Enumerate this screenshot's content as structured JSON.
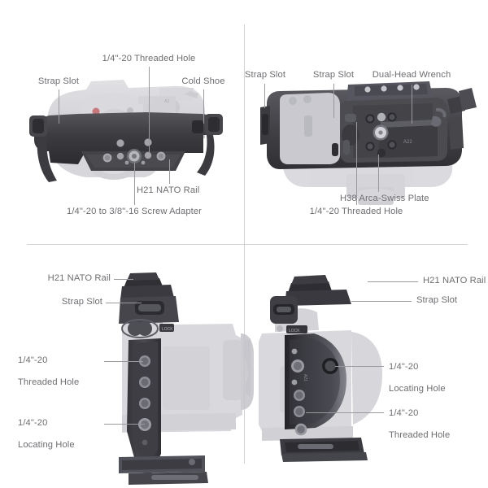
{
  "diagram": {
    "type": "product-annotation-diagram",
    "background_color": "#ffffff",
    "label_color": "#6e6e72",
    "leader_color": "#9a9a9e",
    "divider_color": "#d2d2d4",
    "cage_color": "#3a3a3d",
    "camera_ghost_color": "#cfcfd2",
    "panels": [
      {
        "id": "top-left",
        "view": "bottom-view",
        "labels": [
          {
            "id": "strap-slot",
            "text": "Strap Slot"
          },
          {
            "id": "threaded-hole",
            "text": "1/4\"-20 Threaded Hole"
          },
          {
            "id": "cold-shoe",
            "text": "Cold Shoe"
          },
          {
            "id": "nato-rail",
            "text": "H21 NATO Rail"
          },
          {
            "id": "screw-adapter",
            "text": "1/4\"-20 to 3/8\"-16 Screw Adapter"
          }
        ]
      },
      {
        "id": "top-right",
        "view": "top-view",
        "labels": [
          {
            "id": "strap-slot-left",
            "text": "Strap Slot"
          },
          {
            "id": "strap-slot-right",
            "text": "Strap Slot"
          },
          {
            "id": "dual-head-wrench",
            "text": "Dual-Head Wrench"
          },
          {
            "id": "arca-swiss-plate",
            "text": "H38 Arca-Swiss Plate"
          },
          {
            "id": "threaded-hole",
            "text": "1/4\"-20 Threaded Hole"
          }
        ]
      },
      {
        "id": "bottom-left",
        "view": "left-side-view",
        "labels": [
          {
            "id": "nato-rail",
            "text": "H21 NATO Rail"
          },
          {
            "id": "strap-slot",
            "text": "Strap Slot"
          },
          {
            "id": "threaded-hole",
            "line1": "1/4\"-20",
            "line2": "Threaded Hole"
          },
          {
            "id": "locating-hole",
            "line1": "1/4\"-20",
            "line2": "Locating Hole"
          }
        ]
      },
      {
        "id": "bottom-right",
        "view": "right-side-view",
        "labels": [
          {
            "id": "nato-rail",
            "text": "H21 NATO Rail"
          },
          {
            "id": "strap-slot",
            "text": "Strap Slot"
          },
          {
            "id": "locating-hole",
            "line1": "1/4\"-20",
            "line2": "Locating Hole"
          },
          {
            "id": "threaded-hole",
            "line1": "1/4\"-20",
            "line2": "Threaded Hole"
          }
        ]
      }
    ]
  }
}
